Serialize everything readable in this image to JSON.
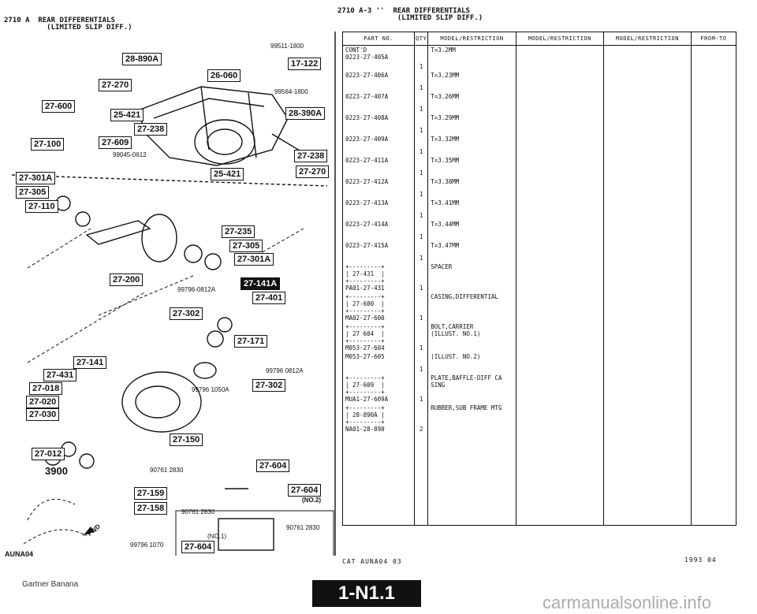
{
  "header_left": "2710 A  REAR DIFFERENTIALS\n          (LIMITED SLIP DIFF.)",
  "header_right": "2710 A-3 ''  REAR DIFFERENTIALS\n              (LIMITED SLIP DIFF.)",
  "diagram": {
    "boxes": [
      "28-890A",
      "17-122",
      "27-270",
      "26-060",
      "27-600",
      "25-421",
      "28-390A",
      "27-238",
      "27-100",
      "27-609",
      "27-238",
      "25-421",
      "27-270",
      "27-301A",
      "27-305",
      "27-110",
      "27-235",
      "27-305",
      "27-301A",
      "27-200",
      "27-141A",
      "27-401",
      "27-302",
      "27-171",
      "27-141",
      "27-431",
      "27-018",
      "27-020",
      "27-030",
      "27-302",
      "27-150",
      "27-012",
      "27-604",
      "27-159",
      "27-158",
      "27-604",
      "27-604"
    ],
    "part_numbers": [
      "99511-1800",
      "99564-1800",
      "99045-0612",
      "99796-0812A",
      "99796 0812A",
      "99796 1050A",
      "90761 2830",
      "90761 2830",
      "90761 2830",
      "99796 1070"
    ],
    "qty_3900": "3900",
    "fwd": "FWD",
    "no1": "(NO.1)",
    "no2": "(NO.2)"
  },
  "table": {
    "headers": [
      "PART NO.",
      "QTY",
      "MODEL/RESTRICTION",
      "MODEL/RESTRICTION",
      "MODEL/RESTRICTION",
      "FROM-TO"
    ],
    "rows": [
      {
        "part": "CONT'D\n0223-27-405A",
        "qty": "1",
        "desc": "T=3.2MM"
      },
      {
        "part": "0223-27-406A",
        "qty": "1",
        "desc": "T=3.23MM"
      },
      {
        "part": "0223-27-407A",
        "qty": "1",
        "desc": "T=3.26MM"
      },
      {
        "part": "0223-27-408A",
        "qty": "1",
        "desc": "T=3.29MM"
      },
      {
        "part": "0223-27-409A",
        "qty": "1",
        "desc": "T=3.32MM"
      },
      {
        "part": "0223-27-411A",
        "qty": "1",
        "desc": "T=3.35MM"
      },
      {
        "part": "0223-27-412A",
        "qty": "1",
        "desc": "T=3.38MM"
      },
      {
        "part": "0223-27-413A",
        "qty": "1",
        "desc": "T=3.41MM"
      },
      {
        "part": "0223-27-414A",
        "qty": "1",
        "desc": "T=3.44MM"
      },
      {
        "part": "0223-27-415A",
        "qty": "1",
        "desc": "T=3.47MM"
      },
      {
        "part": "+---------+\n| 27-431  |\n+---------+\nPA01-27-431",
        "qty": "1",
        "desc": "SPACER"
      },
      {
        "part": "+---------+\n| 27-600  |\n+---------+\nMA02-27-600",
        "qty": "1",
        "desc": "CASING,DIFFERENTIAL"
      },
      {
        "part": "+---------+\n| 27 604  |\n+---------+\nM053-27-604",
        "qty": "1",
        "desc": "BOLT,CARRIER\n(ILLUST. NO.1)"
      },
      {
        "part": "M053-27-605",
        "qty": "1",
        "desc": "(ILLUST. NO.2)"
      },
      {
        "part": "+---------+\n| 27-609  |\n+---------+\nMUA1-27-609A",
        "qty": "1",
        "desc": "PLATE,BAFFLE-DIFF CA\nSING"
      },
      {
        "part": "+---------+\n| 28-890A |\n+---------+\nNA01-28-890",
        "qty": "2",
        "desc": "RUBBER,SUB FRAME MTG"
      }
    ]
  },
  "footer": {
    "left": "AUNA04",
    "mid": "CAT  AUNA04  03",
    "right": "1993 04",
    "brand": "Gartner Banana",
    "page": "1-N1.1",
    "watermark": "carmanualsonline.info"
  }
}
